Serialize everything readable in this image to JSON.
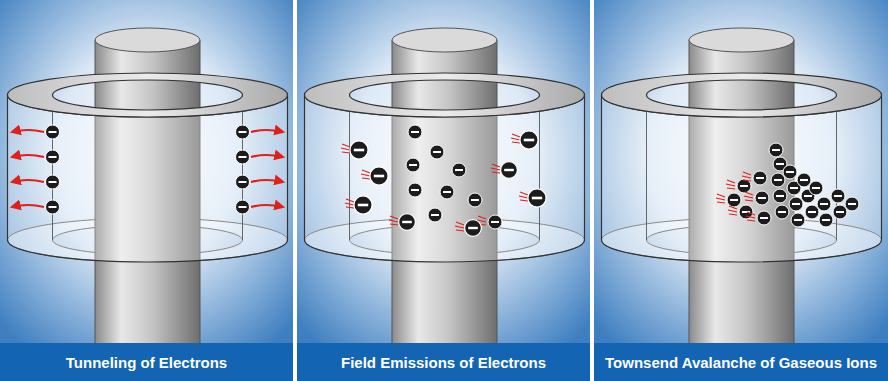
{
  "diagram": {
    "nodes": [
      {
        "text": [
          "Tunneling of Electrons"
        ]
      },
      {
        "text": [
          "Field Emissions of Electrons"
        ]
      },
      {
        "text": [
          "Townsend Avalanche of Gaseous Ions"
        ]
      }
    ]
  }
}
